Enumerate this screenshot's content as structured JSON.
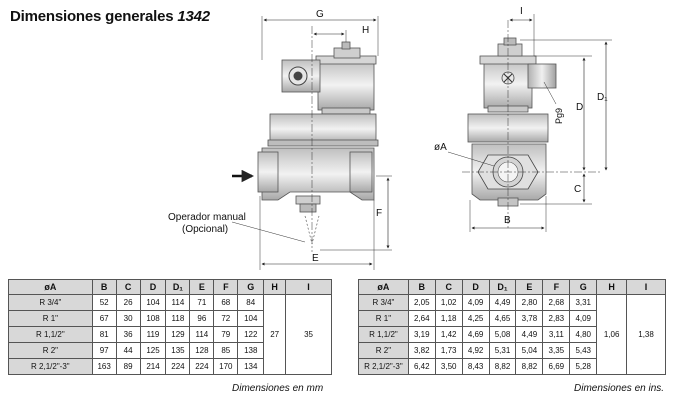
{
  "title": {
    "text": "Dimensiones generales",
    "model": "1342"
  },
  "drawing": {
    "left_labels": [
      "G",
      "H",
      "E",
      "F"
    ],
    "right_labels": [
      "I",
      "D",
      "D₁",
      "C",
      "B",
      "Pg9"
    ],
    "diameter_label": "øA",
    "operator_label": "Operador manual",
    "operator_sub": "(Opcional)"
  },
  "tables": {
    "headers": [
      "øA",
      "B",
      "C",
      "D",
      "D₁",
      "E",
      "F",
      "G",
      "H",
      "I"
    ],
    "mm": {
      "rows": [
        [
          "R 3/4\"",
          "52",
          "26",
          "104",
          "114",
          "71",
          "68",
          "84"
        ],
        [
          "R 1\"",
          "67",
          "30",
          "108",
          "118",
          "96",
          "72",
          "104"
        ],
        [
          "R 1,1/2\"",
          "81",
          "36",
          "119",
          "129",
          "114",
          "79",
          "122"
        ],
        [
          "R 2\"",
          "97",
          "44",
          "125",
          "135",
          "128",
          "85",
          "138"
        ],
        [
          "R 2,1/2\"-3\"",
          "163",
          "89",
          "214",
          "224",
          "224",
          "170",
          "134"
        ]
      ],
      "h": "27",
      "i": "35",
      "units": "Dimensiones en mm"
    },
    "ins": {
      "rows": [
        [
          "R 3/4\"",
          "2,05",
          "1,02",
          "4,09",
          "4,49",
          "2,80",
          "2,68",
          "3,31"
        ],
        [
          "R 1\"",
          "2,64",
          "1,18",
          "4,25",
          "4,65",
          "3,78",
          "2,83",
          "4,09"
        ],
        [
          "R 1,1/2\"",
          "3,19",
          "1,42",
          "4,69",
          "5,08",
          "4,49",
          "3,11",
          "4,80"
        ],
        [
          "R 2\"",
          "3,82",
          "1,73",
          "4,92",
          "5,31",
          "5,04",
          "3,35",
          "5,43"
        ],
        [
          "R 2,1/2\"-3\"",
          "6,42",
          "3,50",
          "8,43",
          "8,82",
          "8,82",
          "6,69",
          "5,28"
        ]
      ],
      "h": "1,06",
      "i": "1,38",
      "units": "Dimensiones en ins."
    }
  }
}
